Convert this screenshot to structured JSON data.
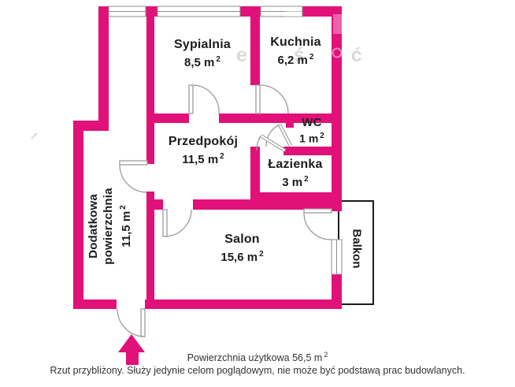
{
  "colors": {
    "wall": "#e21079",
    "door": "#9b9b9b",
    "window": "#8c8c8c",
    "balcony-border": "#1c1c1c",
    "room-text": "#1c1c1c",
    "caption-text": "#333333",
    "watermark": "#9aa0a0"
  },
  "rooms": [
    {
      "id": "sypialnia",
      "label": "Sypialnia",
      "area": "8,5 m",
      "sup": "2"
    },
    {
      "id": "kuchnia",
      "label": "Kuchnia",
      "area": "6,2 m",
      "sup": "2"
    },
    {
      "id": "wc",
      "label": "WC",
      "area": "1 m",
      "sup": "2"
    },
    {
      "id": "lazienka",
      "label": "Łazienka",
      "area": "3 m",
      "sup": "2"
    },
    {
      "id": "przedpokoj",
      "label": "Przedpokój",
      "area": "11,5 m",
      "sup": "2"
    },
    {
      "id": "salon",
      "label": "Salon",
      "area": "15,6 m",
      "sup": "2"
    },
    {
      "id": "dodatkowa",
      "label_line1": "Dodatkowa",
      "label_line2": "powierzchnia",
      "area": "11,5 m",
      "sup": "2"
    },
    {
      "id": "balkon",
      "label": "Balkon"
    }
  ],
  "captions": {
    "total_area": "Powierzchnia użytkowa 56,5 m",
    "total_area_sup": "2",
    "disclaimer": "Rzut przybliżony. Służy jedynie celom poglądowym, nie może być podstawą prac budowlanych."
  },
  "watermark_fragment": "e ś ć"
}
